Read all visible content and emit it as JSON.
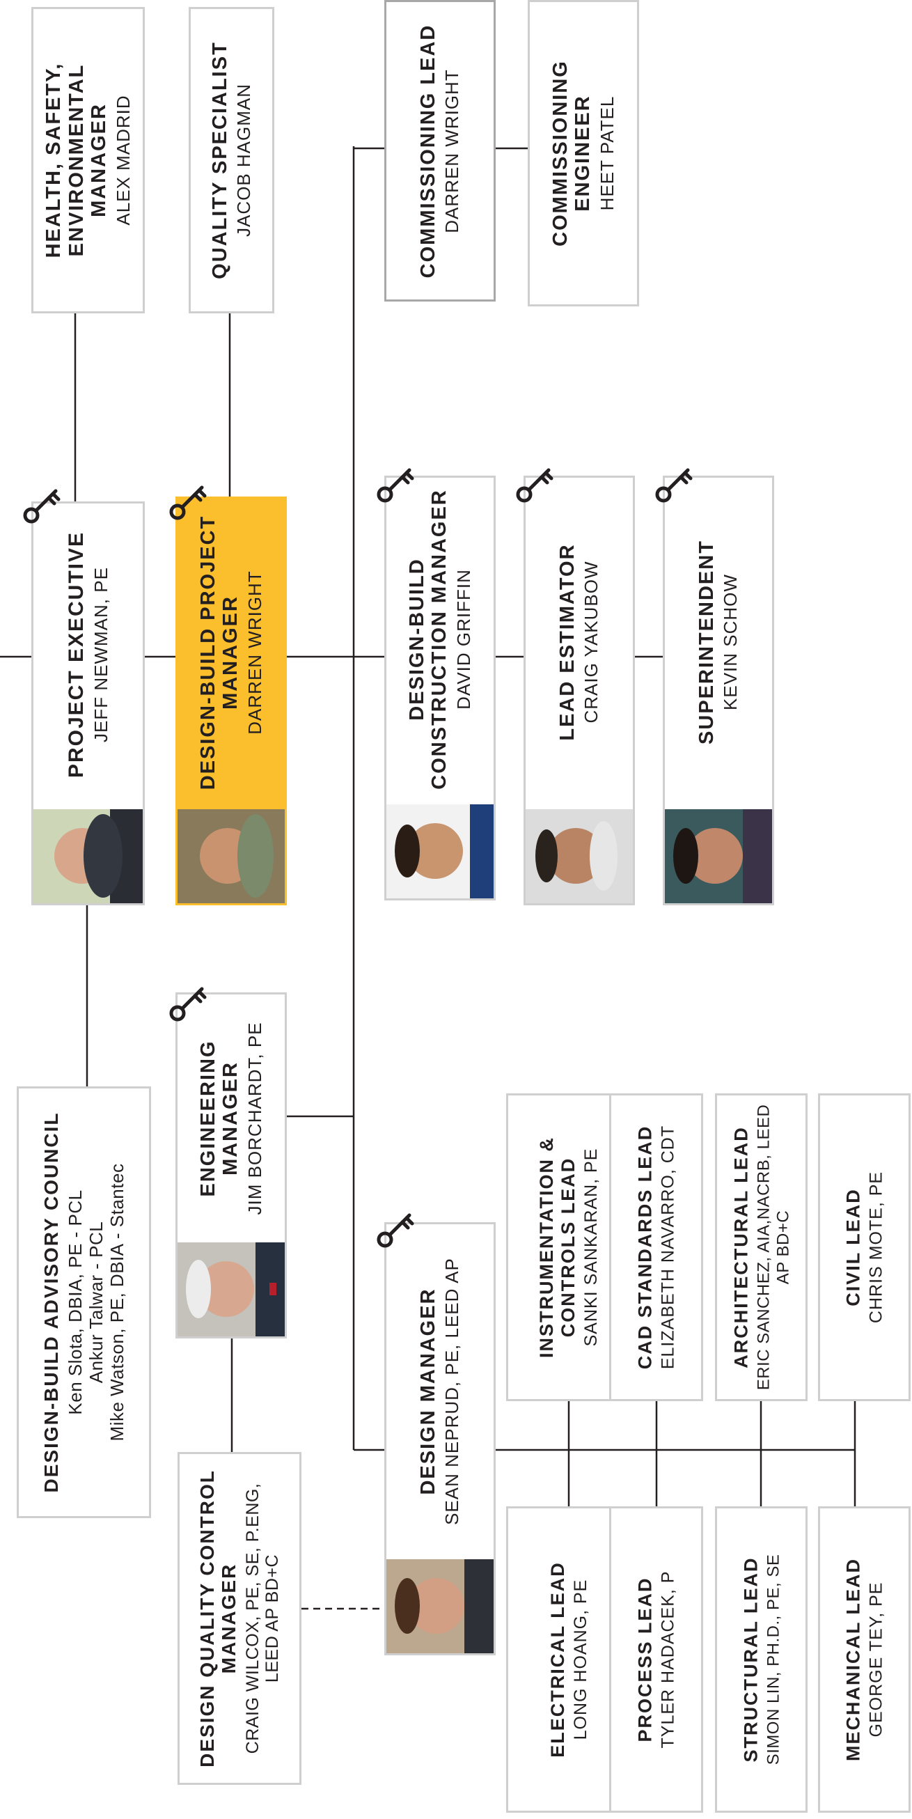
{
  "colors": {
    "accent": "#fbbf2e",
    "line": "#231f20",
    "box_border": "#cfcfcf"
  },
  "icons": {
    "key": "key-icon"
  },
  "boxes": {
    "hse_manager": {
      "title": "HEALTH, SAFETY, ENVIRONMENTAL MANAGER",
      "name": "ALEX MADRID"
    },
    "quality_specialist": {
      "title": "QUALITY SPECIALIST",
      "name": "JACOB HAGMAN"
    },
    "commissioning_lead": {
      "title": "COMMISSIONING LEAD",
      "name": "DARREN WRIGHT"
    },
    "commissioning_engineer": {
      "title": "COMMISSIONING ENGINEER",
      "name": "HEET PATEL"
    },
    "project_executive": {
      "title": "PROJECT EXECUTIVE",
      "name": "JEFF NEWMAN, PE"
    },
    "db_project_manager": {
      "title": "DESIGN-BUILD PROJECT MANAGER",
      "name": "DARREN WRIGHT"
    },
    "db_construction_manager": {
      "title": "DESIGN-BUILD CONSTRUCTION MANAGER",
      "name": "DAVID GRIFFIN"
    },
    "lead_estimator": {
      "title": "LEAD ESTIMATOR",
      "name": "CRAIG YAKUBOW"
    },
    "superintendent": {
      "title": "SUPERINTENDENT",
      "name": "KEVIN SCHOW"
    },
    "advisory_council": {
      "title": "DESIGN-BUILD ADVISORY COUNCIL",
      "members": [
        "Ken Slota, DBIA, PE - PCL",
        "Ankur Talwar - PCL",
        "Mike Watson, PE, DBIA - Stantec"
      ]
    },
    "engineering_manager": {
      "title": "ENGINEERING MANAGER",
      "name": "JIM BORCHARDT, PE"
    },
    "design_qc_manager": {
      "title": "DESIGN QUALITY CONTROL MANAGER",
      "name": "CRAIG WILCOX, PE, SE, P.ENG, LEED AP BD+C"
    },
    "design_manager": {
      "title": "DESIGN MANAGER",
      "name": "SEAN NEPRUD, PE, LEED AP"
    },
    "ic_lead": {
      "title": "INSTRUMENTATION & CONTROLS LEAD",
      "name": "SANKI SANKARAN, PE"
    },
    "cad_lead": {
      "title": "CAD STANDARDS LEAD",
      "name": "ELIZABETH NAVARRO, CDT"
    },
    "architectural_lead": {
      "title": "ARCHITECTURAL LEAD",
      "name": "ERIC SANCHEZ, AIA,NACRB, LEED AP BD+C"
    },
    "civil_lead": {
      "title": "CIVIL LEAD",
      "name": "CHRIS MOTE, PE"
    },
    "electrical_lead": {
      "title": "ELECTRICAL LEAD",
      "name": "LONG HOANG, PE"
    },
    "process_lead": {
      "title": "PROCESS LEAD",
      "name": "TYLER HADACEK, P"
    },
    "structural_lead": {
      "title": "STRUCTURAL LEAD",
      "name": "SIMON LIN, PH.D., PE, SE"
    },
    "mechanical_lead": {
      "title": "MECHANICAL LEAD",
      "name": "GEORGE TEY, PE"
    }
  }
}
